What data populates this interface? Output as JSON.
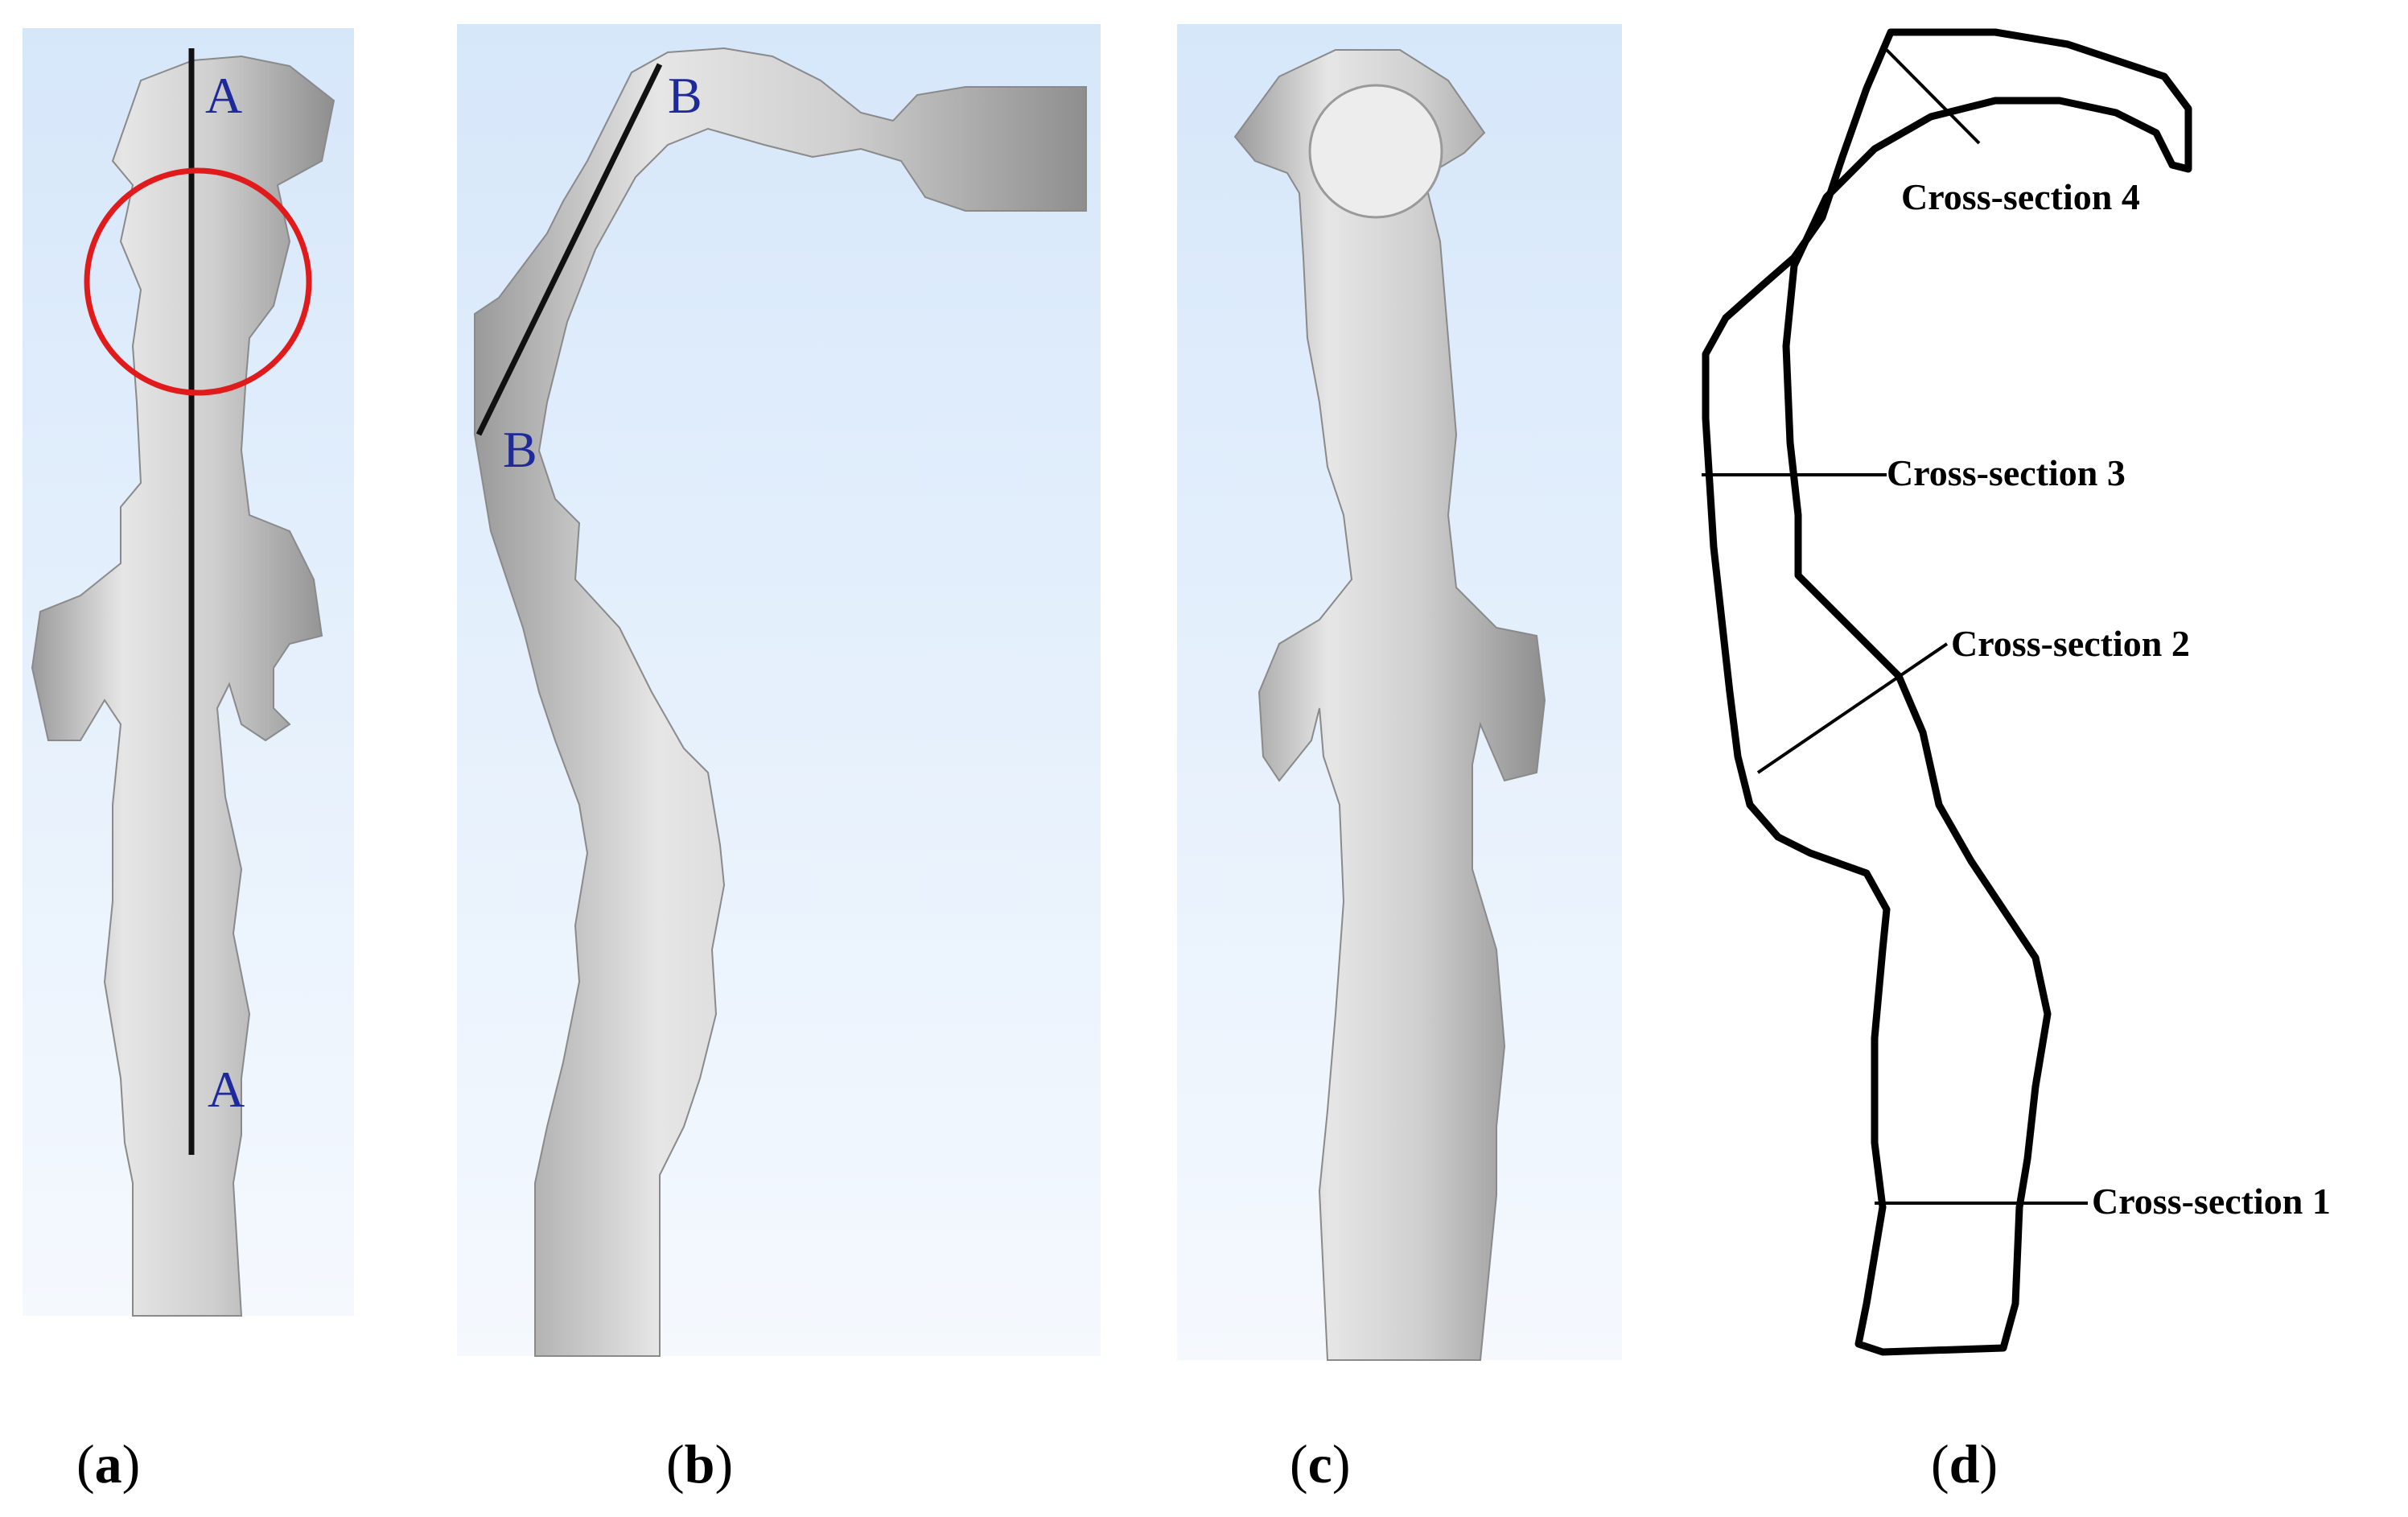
{
  "panel_a": {
    "label_top": "A",
    "label_bottom": "A"
  },
  "panel_b": {
    "label_top": "B",
    "label_bottom": "B"
  },
  "panel_d": {
    "cross_section_1": "Cross-section 1",
    "cross_section_2": "Cross-section 2",
    "cross_section_3": "Cross-section 3",
    "cross_section_4": "Cross-section 4"
  },
  "captions": [
    {
      "open": "(",
      "letter": "a",
      "close": ")"
    },
    {
      "open": "(",
      "letter": "b",
      "close": ")"
    },
    {
      "open": "(",
      "letter": "c",
      "close": ")"
    },
    {
      "open": "(",
      "letter": "d",
      "close": ")"
    }
  ],
  "colors": {
    "background_top": "#dbeafb",
    "background_bottom": "#f4f9fe",
    "model_gray": "#c8c8c8",
    "highlight_circle": "#e11b1b",
    "label_blue": "#1f2a9a",
    "outline": "#000000"
  }
}
